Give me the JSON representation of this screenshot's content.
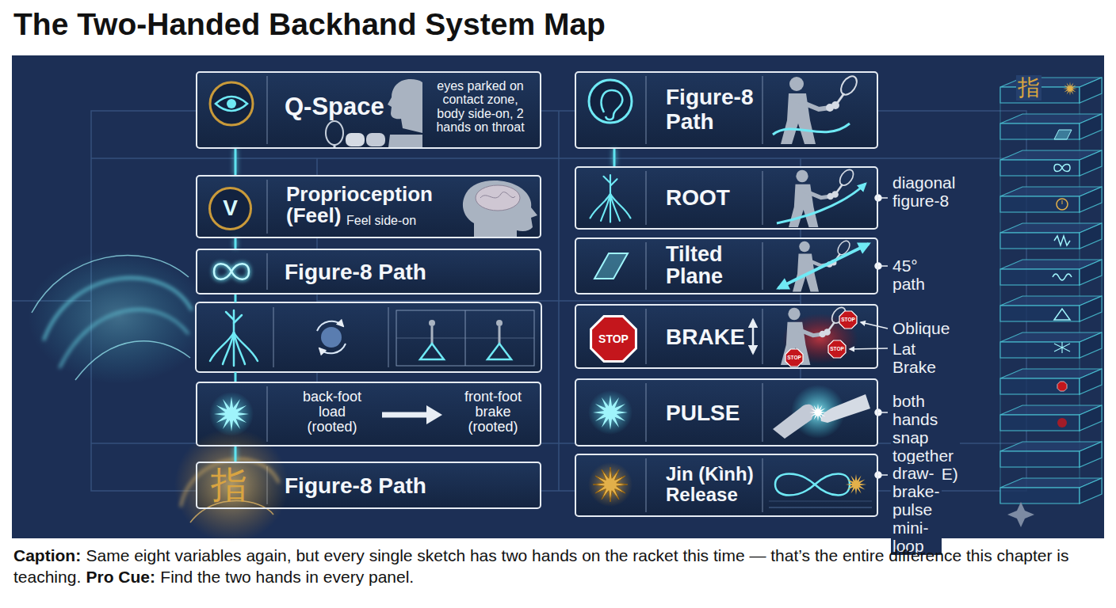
{
  "diagram": {
    "title": "The Two-Handed Backhand System Map",
    "caption": "Same eight variables again, but every single sketch has two hands on the racket this time — that’s the entire difference this chapter is teaching.",
    "nodes": [
      {
        "text": [
          "Q-Space",
          "eyes parked on contact zone, body side-on, 2 hands on throat"
        ]
      },
      {
        "text": [
          "Proprioception (Feel)",
          "Feel side-on"
        ]
      },
      {
        "text": [
          "V"
        ],
        "in": 1
      },
      {
        "text": [
          "Figure-8 Path"
        ]
      },
      {
        "text": [
          "back-foot load (rooted)",
          "front-foot brake (rooted)"
        ]
      },
      {
        "text": [
          "指",
          "Figure-8 Path"
        ]
      },
      {
        "text": [
          "Figure-8 Path"
        ]
      },
      {
        "text": [
          "ROOT"
        ]
      },
      {
        "text": [
          "Tilted Plane"
        ]
      },
      {
        "text": [
          "BRAKE"
        ]
      },
      {
        "text": [
          "STOP"
        ],
        "in": 9
      },
      {
        "text": [
          "PULSE"
        ]
      },
      {
        "text": [
          "Jin (Kình) Release"
        ]
      }
    ],
    "edges": [
      {
        "from": 0,
        "to": 1,
        "arrow": "none"
      },
      {
        "from": 1,
        "to": 3,
        "arrow": "none"
      },
      {
        "from": 4,
        "to": 5,
        "arrow": "none"
      },
      {
        "from": 6,
        "to": 7,
        "arrow": "none"
      }
    ],
    "labels": [
      "diagonal figure-8",
      "45° path",
      "STOP",
      "STOP",
      "STOP",
      "Oblique Brake",
      "Lat Brake",
      "both hands snap together (PULSE)",
      "draw-brake-pulse mini-loop",
      "指",
      "Caption:",
      "Pro Cue:",
      "Find the two hands in every panel."
    ]
  }
}
